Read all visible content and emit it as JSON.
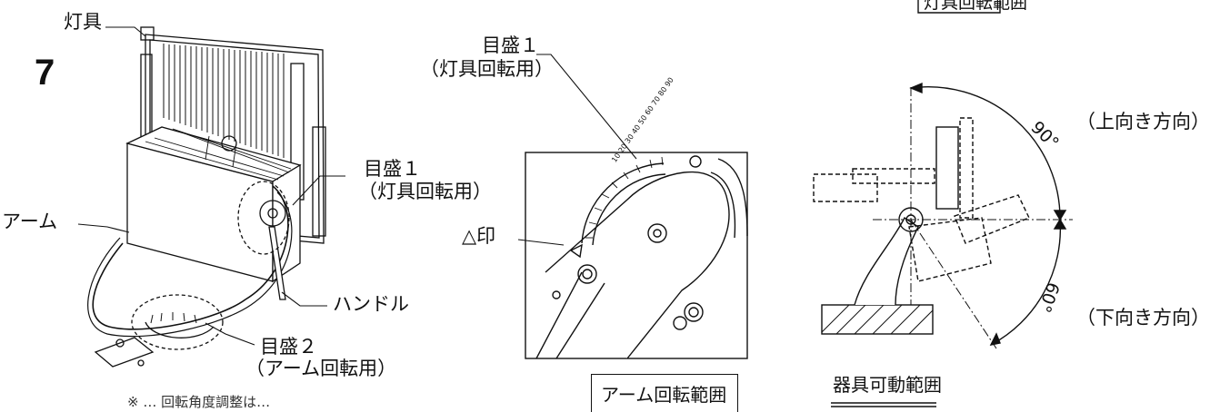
{
  "step_number": "7",
  "left_figure": {
    "fixture_label": "灯具",
    "arm_label": "アーム",
    "handle_label": "ハンドル",
    "scale1_label": "目盛１",
    "scale1_sub": "（灯具回転用）",
    "scale2_label": "目盛２",
    "scale2_sub": "（アーム回転用）",
    "footnote_cut": "※ … 回転角度調整は…"
  },
  "middle_figure": {
    "scale1_label": "目盛１",
    "scale1_sub": "（灯具回転用）",
    "triangle_mark_label": "△印",
    "scale_numbers": [
      "10",
      "20",
      "30",
      "40",
      "50",
      "60",
      "70",
      "80",
      "90"
    ],
    "caption": "アーム回転範囲"
  },
  "right_figure": {
    "top_caption_cut": "灯具回転範囲",
    "up_direction": "（上向き方向）",
    "down_direction": "（下向き方向）",
    "angle_up": "90°",
    "angle_down": "60°",
    "caption": "器具可動範囲"
  }
}
